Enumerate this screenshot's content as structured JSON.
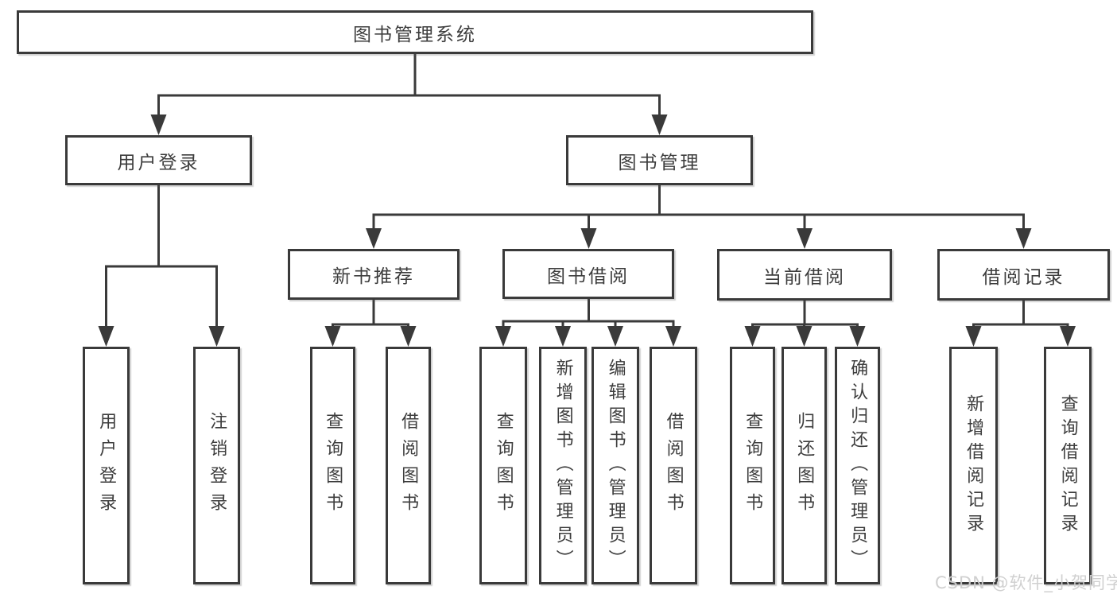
{
  "diagram": {
    "title": "图书管理系统",
    "branches": [
      {
        "label": "用户登录",
        "children": [
          "用户登录",
          "注销登录"
        ]
      },
      {
        "label": "图书管理",
        "groups": [
          {
            "label": "新书推荐",
            "children": [
              "查询图书",
              "借阅图书"
            ]
          },
          {
            "label": "图书借阅",
            "children": [
              "查询图书",
              "新增图书（管理员）",
              "编辑图书（管理员）",
              "借阅图书"
            ]
          },
          {
            "label": "当前借阅",
            "children": [
              "查询图书",
              "归还图书",
              "确认归还（管理员）"
            ]
          },
          {
            "label": "借阅记录",
            "children": [
              "新增借阅记录",
              "查询借阅记录"
            ]
          }
        ]
      }
    ]
  },
  "watermark": "CSDN @软件_小贺同学",
  "colors": {
    "line": "#3a3a3a",
    "box_border": "#3a3a3a",
    "text": "#3d3d3d",
    "background": "#ffffff",
    "watermark": "#cecece"
  }
}
